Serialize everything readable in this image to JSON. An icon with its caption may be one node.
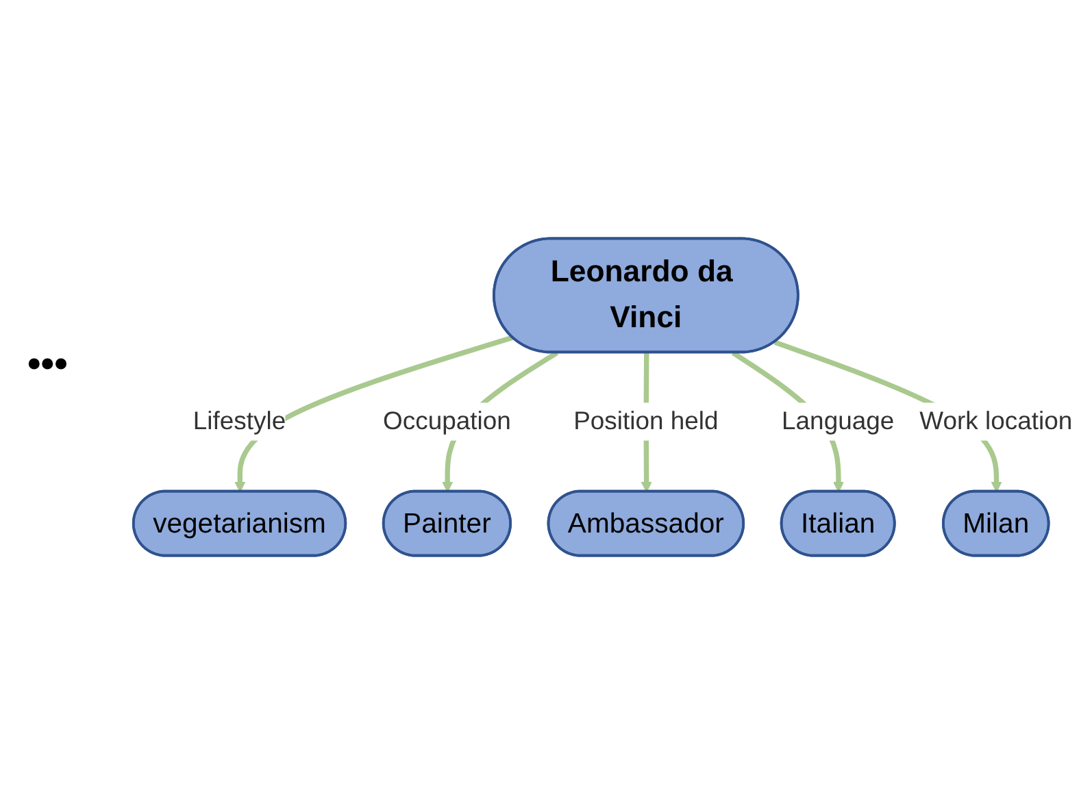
{
  "diagram": {
    "nodes": [
      {
        "text": [
          "Leonardo da Vinci"
        ]
      },
      {
        "text": [
          "vegetarianism"
        ]
      },
      {
        "text": [
          "Painter"
        ]
      },
      {
        "text": [
          "Ambassador"
        ]
      },
      {
        "text": [
          "Italian"
        ]
      },
      {
        "text": [
          "Milan"
        ]
      }
    ],
    "edges": [
      {
        "from": 0,
        "to": 1,
        "arrow": "to",
        "label": "Lifestyle"
      },
      {
        "from": 0,
        "to": 2,
        "arrow": "to",
        "label": "Occupation"
      },
      {
        "from": 0,
        "to": 3,
        "arrow": "to",
        "label": "Position held"
      },
      {
        "from": 0,
        "to": 4,
        "arrow": "to",
        "label": "Language"
      },
      {
        "from": 0,
        "to": 5,
        "arrow": "to",
        "label": "Work location"
      }
    ],
    "labels": [
      "•••"
    ]
  }
}
